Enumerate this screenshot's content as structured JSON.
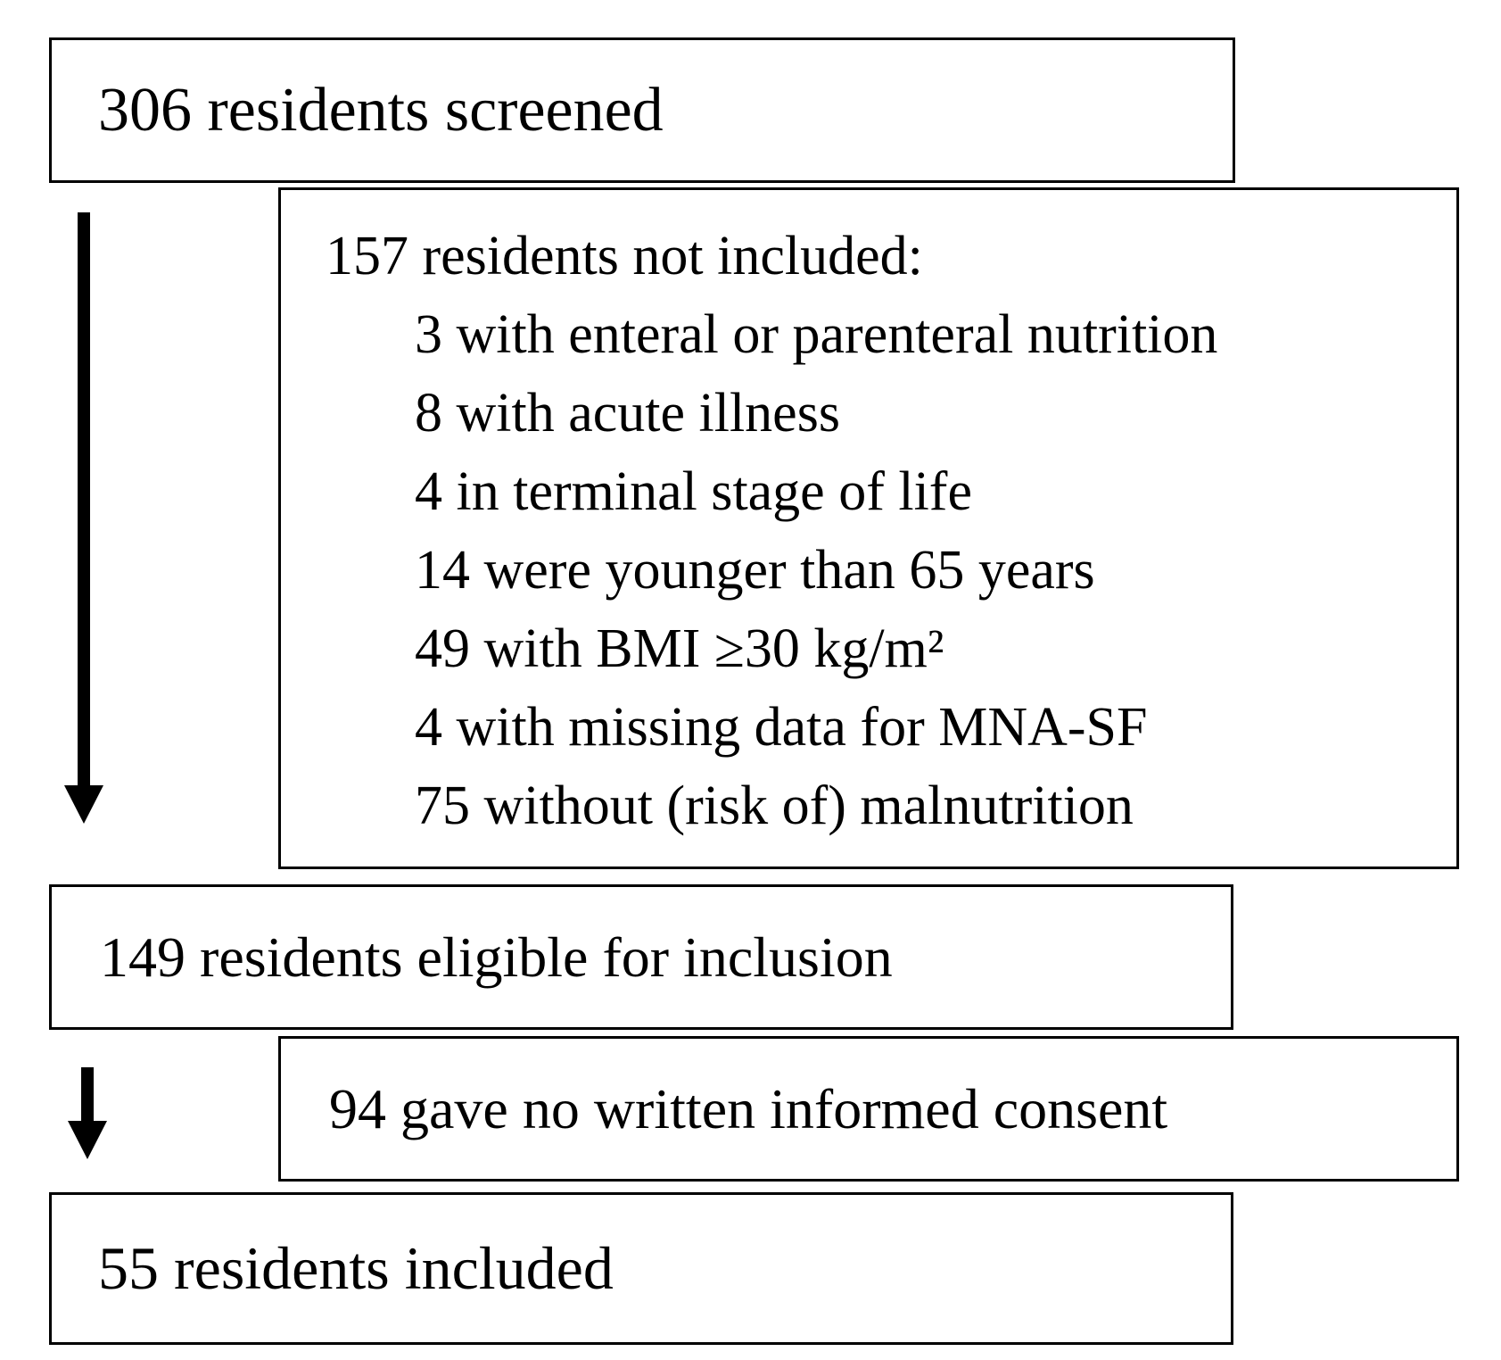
{
  "boxes": {
    "screened": {
      "text": "306 residents screened"
    },
    "not_included": {
      "heading": "157 residents not included:",
      "items": [
        "3 with enteral or parenteral nutrition",
        "8 with acute illness",
        "4 in terminal stage of life",
        "14 were younger than 65 years",
        "49 with BMI ≥30 kg/m²",
        "4 with missing data for MNA-SF",
        "75 without (risk of) malnutrition"
      ]
    },
    "eligible": {
      "text": "149 residents eligible for inclusion"
    },
    "no_consent": {
      "text": "94 gave no written informed consent"
    },
    "included": {
      "text": "55 residents included"
    }
  },
  "colors": {
    "background": "#ffffff",
    "border": "#000000",
    "text": "#000000",
    "arrow": "#000000"
  }
}
